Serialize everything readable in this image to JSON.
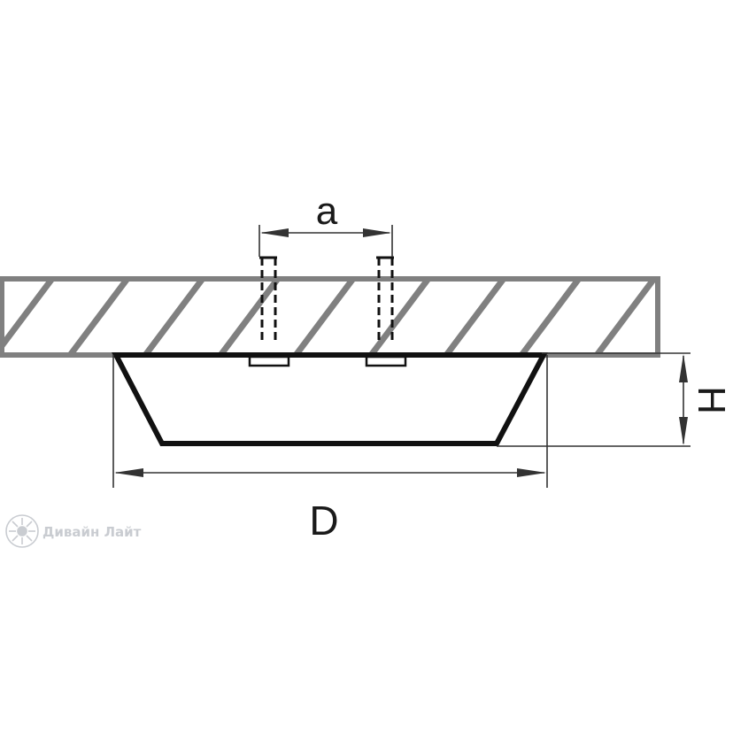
{
  "diagram": {
    "labels": {
      "spacing": "a",
      "height": "H",
      "diameter": "D"
    },
    "watermark": {
      "text": "Дивайн Лайт",
      "icon": "sun-logo-icon"
    },
    "colors": {
      "ceiling_outline": "#808080",
      "hatch": "#808080",
      "fixture": "#111111",
      "dimension": "#333333",
      "watermark": "#c9ccd1"
    }
  }
}
